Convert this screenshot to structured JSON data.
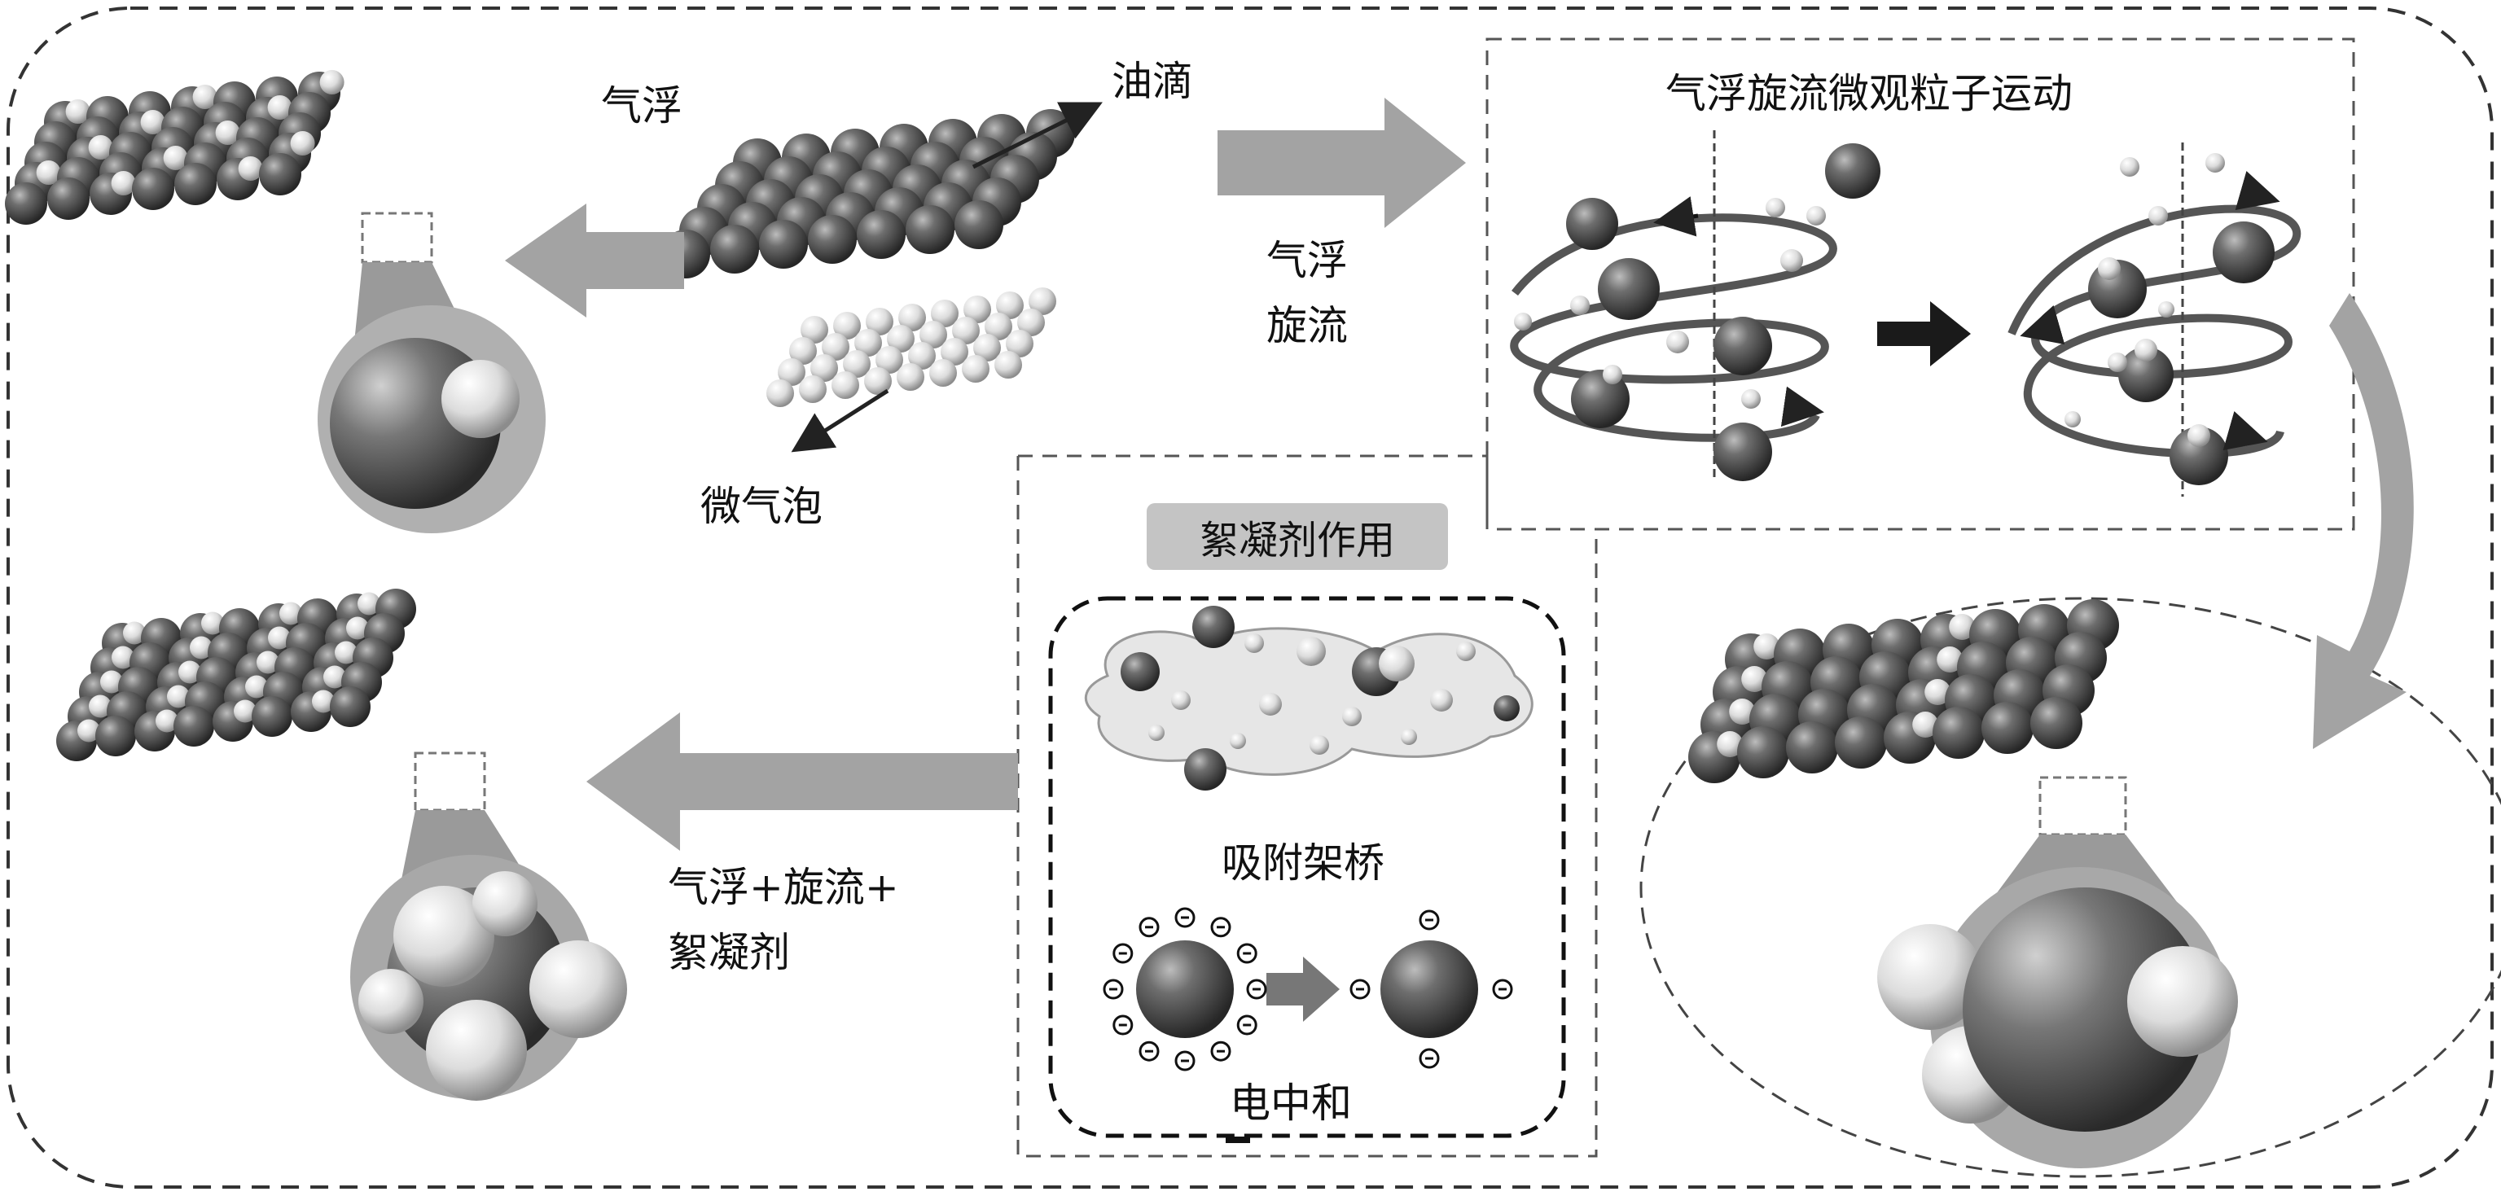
{
  "labels": {
    "oil_droplet": "油滴",
    "micro_bubble": "微气泡",
    "flotation": "气浮",
    "flotation_swirl_line1": "气浮",
    "flotation_swirl_line2": "旋流",
    "micro_motion_title": "气浮旋流微观粒子运动",
    "flocculant_effect": "絮凝剂作用",
    "adsorption_bridging": "吸附架桥",
    "charge_neutralization": "电中和",
    "combined_line1": "气浮+旋流+",
    "combined_line2": "絮凝剂"
  },
  "colors": {
    "arrow_gray": "#a3a3a3",
    "arrow_dark": "#1a1a1a",
    "oil_dark": "#4a4a4a",
    "bubble_light": "#f2f2f2",
    "dash": "#333333",
    "callout": "#9a9a9a"
  }
}
